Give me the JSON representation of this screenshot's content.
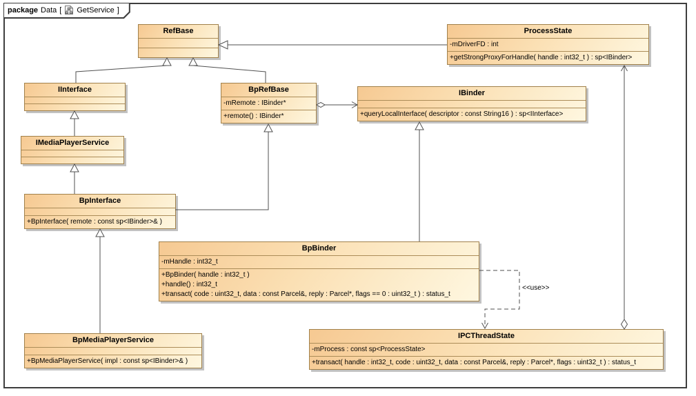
{
  "diagram": {
    "tab": {
      "keyword": "package",
      "context": "Data",
      "open_bracket": "[",
      "diagram_name": "GetService",
      "close_bracket": "]"
    },
    "dependency_label": "<<use>>"
  },
  "colors": {
    "box_fill_top": "#f6c992",
    "box_fill_bottom": "#fef7e0",
    "box_border": "#a0804a",
    "box_shadow": "#c2c2c2",
    "edge_line": "#4f4f4f",
    "frame_border": "#3d3d3d"
  },
  "classes": [
    {
      "name": "RefBase",
      "attributes": [],
      "operations": []
    },
    {
      "name": "ProcessState",
      "attributes": [
        "-mDriverFD : int"
      ],
      "operations": [
        "+getStrongProxyForHandle( handle : int32_t ) : sp<IBinder>"
      ]
    },
    {
      "name": "IInterface",
      "attributes": [],
      "operations": []
    },
    {
      "name": "BpRefBase",
      "attributes": [
        "-mRemote : IBinder*"
      ],
      "operations": [
        "+remote() : IBinder*"
      ]
    },
    {
      "name": "IBinder",
      "attributes": [],
      "operations": [
        "+queryLocalInterface( descriptor : const String16 ) : sp<IInterface>"
      ]
    },
    {
      "name": "IMediaPlayerService",
      "attributes": [],
      "operations": []
    },
    {
      "name": "BpInterface",
      "attributes": [],
      "operations": [
        "+BpInterface( remote : const sp<IBinder>& )"
      ]
    },
    {
      "name": "BpBinder",
      "attributes": [
        "-mHandle : int32_t"
      ],
      "operations": [
        "+BpBinder( handle : int32_t )",
        "+handle() : int32_t",
        "+transact( code : uint32_t, data : const Parcel&, reply : Parcel*, flags == 0 : uint32_t ) : status_t"
      ]
    },
    {
      "name": "BpMediaPlayerService",
      "attributes": [],
      "operations": [
        "+BpMediaPlayerService( impl : const sp<IBinder>& )"
      ]
    },
    {
      "name": "IPCThreadState",
      "attributes": [
        "-mProcess : const sp<ProcessState>"
      ],
      "operations": [
        "+transact( handle : int32_t, code : uint32_t, data : const Parcel&, reply : Parcel*, flags : uint32_t ) : status_t"
      ]
    }
  ],
  "relationships": [
    {
      "type": "generalization",
      "from": "IInterface",
      "to": "RefBase"
    },
    {
      "type": "generalization",
      "from": "BpRefBase",
      "to": "RefBase"
    },
    {
      "type": "generalization",
      "from": "ProcessState",
      "to": "RefBase"
    },
    {
      "type": "generalization",
      "from": "IMediaPlayerService",
      "to": "IInterface"
    },
    {
      "type": "generalization",
      "from": "BpInterface",
      "to": "IMediaPlayerService"
    },
    {
      "type": "generalization",
      "from": "BpInterface",
      "to": "BpRefBase"
    },
    {
      "type": "generalization",
      "from": "BpMediaPlayerService",
      "to": "BpInterface"
    },
    {
      "type": "generalization",
      "from": "BpBinder",
      "to": "IBinder"
    },
    {
      "type": "association",
      "from": "BpRefBase",
      "to": "IBinder",
      "aggregation": "shared",
      "navigable": true
    },
    {
      "type": "association",
      "from": "IPCThreadState",
      "to": "ProcessState",
      "aggregation": "shared",
      "navigable": true
    },
    {
      "type": "usage",
      "from": "BpBinder",
      "to": "IPCThreadState",
      "label": "<<use>>"
    }
  ]
}
